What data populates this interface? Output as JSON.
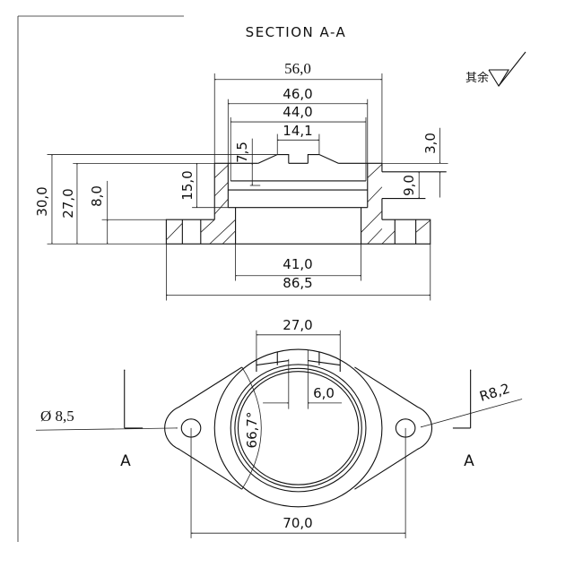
{
  "title": "SECTION A-A",
  "surface_note": "其余",
  "section_dims": {
    "d56": "56,0",
    "d46": "46,0",
    "d44": "44,0",
    "d14": "14,1",
    "d41": "41,0",
    "d86": "86,5",
    "h30": "30,0",
    "h27": "27,0",
    "h8": "8,0",
    "h15": "15,0",
    "h7": "7,5",
    "h3": "3,0",
    "h9": "9,0"
  },
  "plan_dims": {
    "d27": "27,0",
    "d6": "6,0",
    "hole": "Ø 8,5",
    "radius": "R8,2",
    "angle": "66,7°",
    "d70": "70,0"
  },
  "section_marks": {
    "left": "A",
    "right": "A"
  }
}
